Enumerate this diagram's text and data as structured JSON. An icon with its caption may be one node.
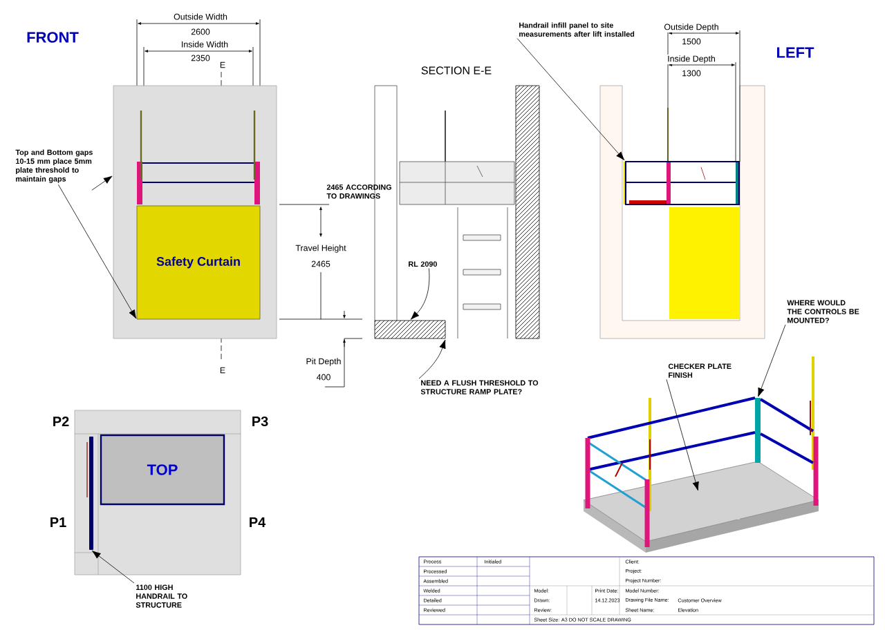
{
  "diagram": {
    "nodes": [
      {
        "text": [
          "Top and Bottom gaps 10-15 mm place 5mm plate threshold to maintain gaps"
        ]
      },
      {
        "text": [],
        "shape": "box"
      },
      {
        "text": [
          "Safety Curtain"
        ],
        "in": 1
      },
      {
        "text": [
          "Handrail infill panel to site measurements after lift installed"
        ]
      },
      {
        "text": [],
        "shape": "box"
      },
      {
        "text": [
          "RL 2090"
        ]
      },
      {
        "text": [],
        "shape": "box"
      },
      {
        "text": [
          "NEED A FLUSH THRESHOLD TO STRUCTURE RAMP PLATE?"
        ]
      },
      {
        "text": [
          "CHECKER PLATE FINISH"
        ]
      },
      {
        "text": [
          "WHERE WOULD THE CONTROLS BE MOUNTED?"
        ]
      },
      {
        "text": [],
        "shape": "box"
      },
      {
        "text": [],
        "shape": "bar"
      },
      {
        "text": [
          "TOP"
        ]
      },
      {
        "text": [],
        "shape": "bar"
      },
      {
        "text": [
          "1100 HIGH HANDRAIL TO STRUCTURE"
        ]
      }
    ],
    "edges": [
      {
        "from": 0,
        "to": 1,
        "arrow": "to"
      },
      {
        "from": 0,
        "to": 2,
        "arrow": "to"
      },
      {
        "from": 3,
        "to": 4,
        "arrow": "to"
      },
      {
        "from": 5,
        "to": 6,
        "arrow": "to"
      },
      {
        "from": 7,
        "to": 6,
        "arrow": "to"
      },
      {
        "from": 8,
        "to": 10,
        "arrow": "to"
      },
      {
        "from": 9,
        "to": 11,
        "arrow": "to"
      },
      {
        "from": 14,
        "to": 13,
        "arrow": "to"
      }
    ],
    "labels": [
      "FRONT",
      "Outside Width",
      "2600",
      "Inside Width",
      "2350",
      "E",
      "2465 ACCORDING TO DRAWINGS",
      "Travel Height",
      "2465",
      "E",
      "Pit Depth",
      "400",
      "SECTION E-E",
      "Outside Depth",
      "1500",
      "Inside Depth",
      "1300",
      "LEFT",
      "P2",
      "P3",
      "P1",
      "P4",
      "Process",
      "Initialed",
      "Client:",
      "Processed",
      "Project:",
      "Assembled",
      "Project Number:",
      "Welded",
      "Model:",
      "Print Date:",
      "Model Number:",
      "Detailed",
      "Drawn:",
      "14.12.2023",
      "Drawing File Name:",
      "Customer Overview",
      "Reviewed",
      "Review:",
      "Sheet Name:",
      "Elevation",
      "Sheet Size: A3 DO NOT SCALE DRAWING"
    ]
  }
}
